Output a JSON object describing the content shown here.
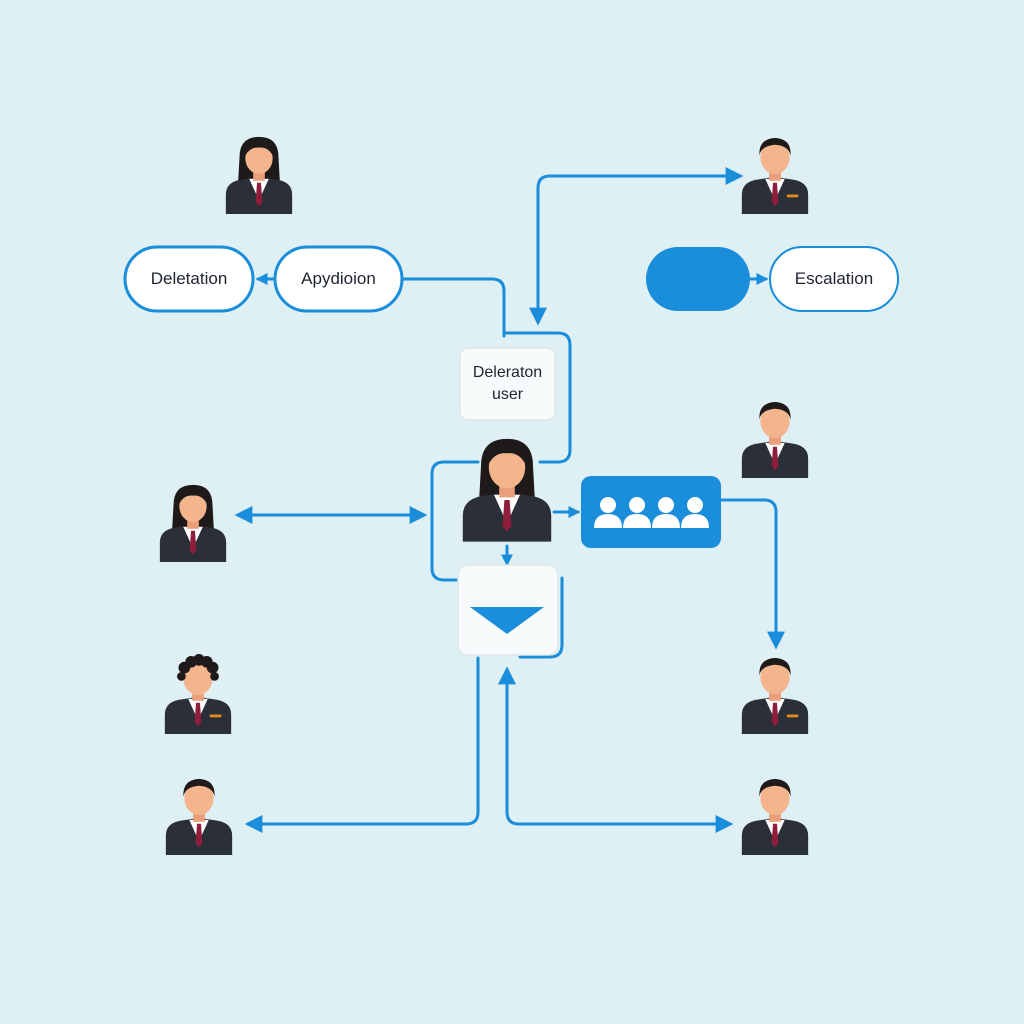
{
  "nodes": {
    "delegation": {
      "label": "Deletation"
    },
    "application": {
      "label": "Apydioion"
    },
    "escalation": {
      "label": "Escalation"
    },
    "delegation_user": {
      "line1": "Deleraton",
      "line2": "user"
    }
  },
  "colors": {
    "background": "#dff0f5",
    "accent": "#1a8ddb",
    "suit": "#2b2f38",
    "tie": "#8e1e3c",
    "skin": "#f4b48c",
    "hair": "#1f1a1a",
    "badge": "#e58a1c"
  },
  "icons": {
    "group": "people-group-icon",
    "inbox": "inbox-tray-icon",
    "person": "person-avatar-icon"
  }
}
